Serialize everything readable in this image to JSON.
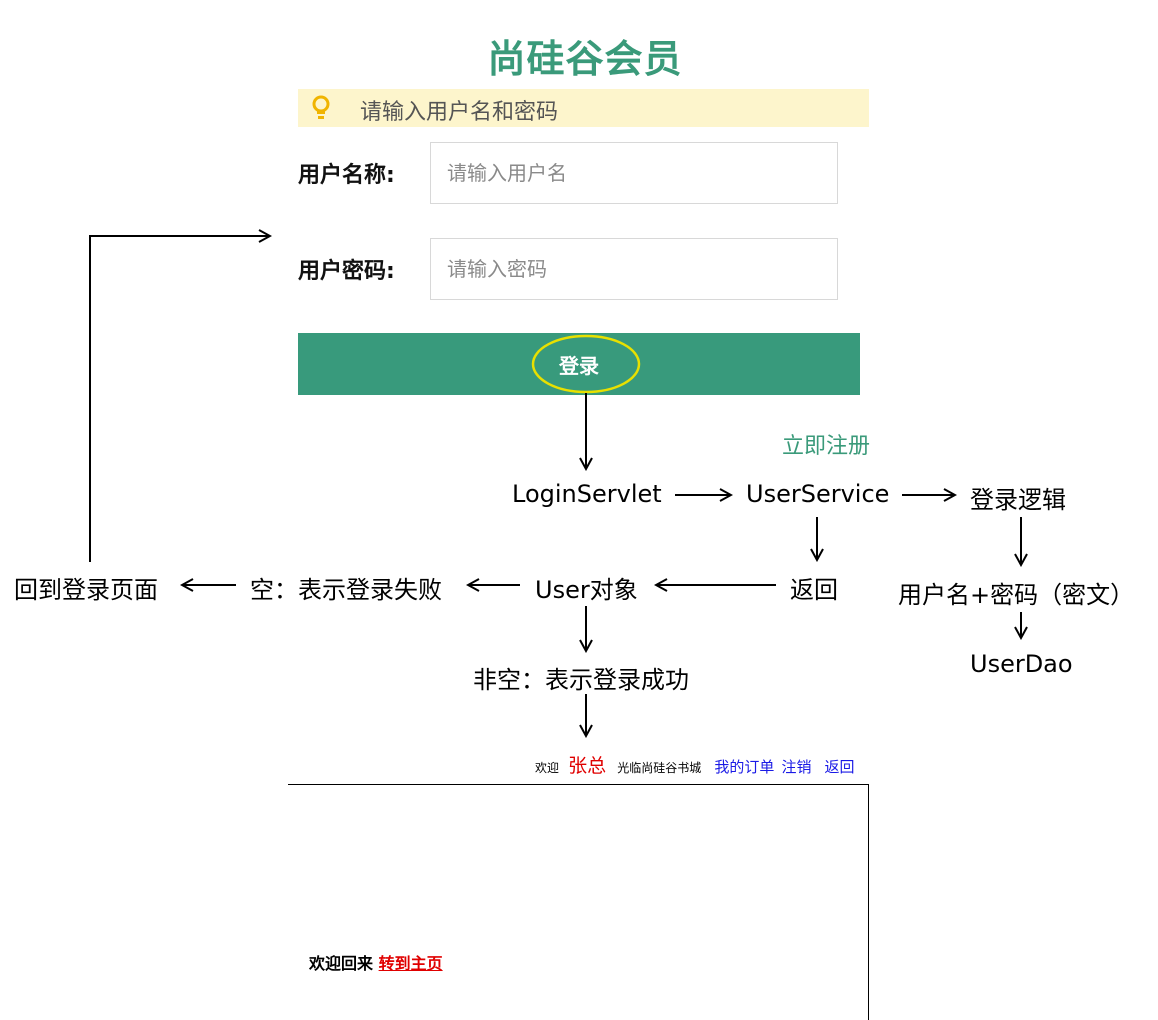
{
  "login_form": {
    "title": "尚硅谷会员",
    "tip": "请输入用户名和密码",
    "username_label": "用户名称:",
    "username_placeholder": "请输入用户名",
    "password_label": "用户密码:",
    "password_placeholder": "请输入密码",
    "login_button": "登录",
    "register_link": "立即注册"
  },
  "flow": {
    "login_servlet": "LoginServlet",
    "user_service": "UserService",
    "login_logic": "登录逻辑",
    "credentials": "用户名+密码（密文）",
    "user_dao": "UserDao",
    "return": "返回",
    "user_object": "User对象",
    "empty_fail": "空：表示登录失败",
    "back_to_login": "回到登录页面",
    "nonempty_success": "非空：表示登录成功"
  },
  "welcome_header": {
    "welcome": "欢迎",
    "user_name": "张总",
    "visit_text": "光临尚硅谷书城",
    "my_orders": "我的订单",
    "logout": "注销",
    "back": "返回"
  },
  "welcome_panel": {
    "message": "欢迎回来",
    "goto_home": "转到主页"
  },
  "colors": {
    "brand_green": "#389a7c",
    "title_green": "#3a9a7a",
    "tip_background": "#fdf5cc",
    "highlight_ellipse": "#e8e000",
    "user_name_red": "#e00000",
    "link_blue": "#1a1ae6"
  },
  "icons": {
    "tip": "lightbulb-icon"
  }
}
